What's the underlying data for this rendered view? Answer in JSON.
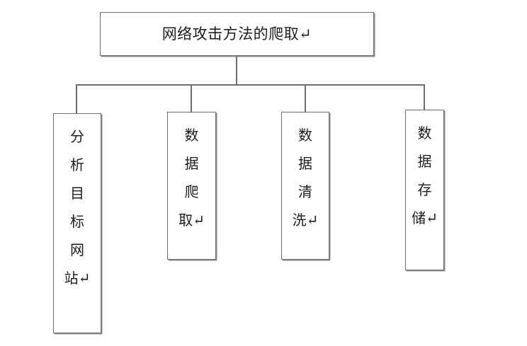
{
  "diagram": {
    "type": "tree-hierarchy",
    "orientation": "top-down",
    "background_color": "#ffffff",
    "line_color": "#6e6e6e",
    "text_color": "#1d1d1d",
    "root": {
      "label": "网络攻击方法的爬取↵",
      "text_direction": "horizontal"
    },
    "children": [
      {
        "label": "分\n析\n目\n标\n网\n站↵",
        "plain_text": "分析目标网站",
        "text_direction": "vertical-stacked"
      },
      {
        "label": "数\n据\n爬\n取↵",
        "plain_text": "数据爬取",
        "text_direction": "vertical-stacked"
      },
      {
        "label": "数\n据\n清\n洗↵",
        "plain_text": "数据清洗",
        "text_direction": "vertical-stacked"
      },
      {
        "label": "数\n据\n存\n储↵",
        "plain_text": "数据存储",
        "text_direction": "vertical-stacked"
      }
    ]
  }
}
